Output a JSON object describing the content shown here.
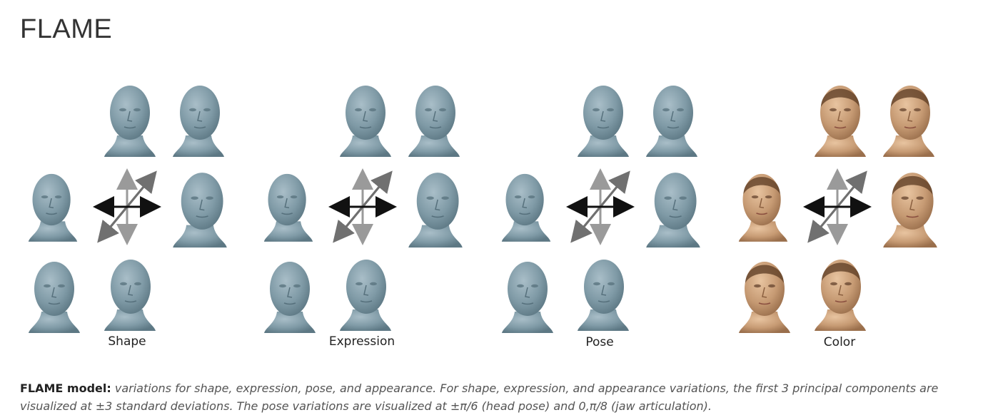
{
  "header": {
    "title": "FLAME"
  },
  "figure": {
    "colors": {
      "gray_head": "#7f9aa6",
      "skin_head": "#c69a73",
      "gray_arrow": "#9a9a9a",
      "black_arrow": "#111111"
    },
    "groups": [
      {
        "label": "Shape",
        "tone": "gray"
      },
      {
        "label": "Expression",
        "tone": "gray"
      },
      {
        "label": "Pose",
        "tone": "gray"
      },
      {
        "label": "Color",
        "tone": "skin"
      }
    ]
  },
  "caption": {
    "bold": "FLAME model:",
    "text": "variations for shape, expression, pose, and appearance. For shape, expression, and appearance variations, the first 3 principal components are visualized at ±3 standard deviations. The pose variations are visualized at ±π/6 (head pose) and 0,π/8 (jaw articulation)."
  }
}
